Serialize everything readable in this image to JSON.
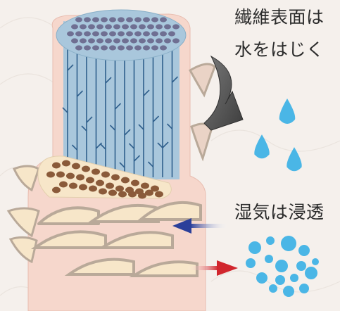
{
  "labels": {
    "line1": "繊維表面は",
    "line2": "水をはじく",
    "line3": "湿気は浸透"
  },
  "colors": {
    "background": "#f5f0ec",
    "fiber_shell": "#f6d7cc",
    "fiber_core": "#a9c7dc",
    "fiber_line": "#2f5f8c",
    "top_dots": "#6f6f92",
    "fat_layer": "#f7e6c9",
    "fat_dots": "#8a5a3a",
    "scale": "#f7e6c9",
    "scale_edge": "#b9a999",
    "water_drop": "#4ab6e6",
    "arrow_dark": "#4a4a4a",
    "arrow_in": "#2b3f9a",
    "arrow_out": "#d1262d"
  }
}
